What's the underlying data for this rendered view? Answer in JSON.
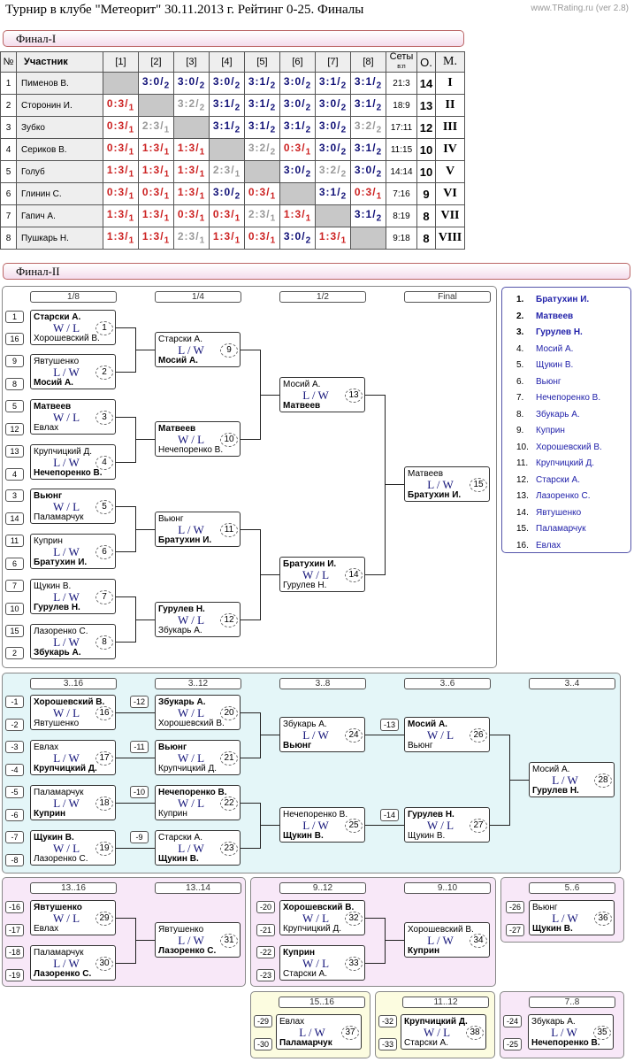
{
  "title": "Турнир в клубе \"Метеорит\" 30.11.2013 г. Рейтинг 0-25. Финалы",
  "site": "www.TRating.ru (ver 2.8)",
  "final1": {
    "header": "Финал-I",
    "columns": {
      "num": "№",
      "participant": "Участник",
      "c1": "[1]",
      "c2": "[2]",
      "c3": "[3]",
      "c4": "[4]",
      "c5": "[5]",
      "c6": "[6]",
      "c7": "[7]",
      "c8": "[8]",
      "sets": "Сеты",
      "sets_sub": "в:п",
      "points": "О.",
      "place": "М."
    },
    "rows": [
      {
        "n": "1",
        "name": "Пименов В.",
        "s": [
          "",
          "3:0|2",
          "3:0|2",
          "3:0|2",
          "3:1|2",
          "3:0|2",
          "3:1|2",
          "3:1|2"
        ],
        "sets": "21:3",
        "pts": "14",
        "place": "I"
      },
      {
        "n": "2",
        "name": "Сторонин И.",
        "s": [
          "0:3|1",
          "",
          "3:2|2",
          "3:1|2",
          "3:1|2",
          "3:0|2",
          "3:0|2",
          "3:1|2"
        ],
        "sets": "18:9",
        "pts": "13",
        "place": "II"
      },
      {
        "n": "3",
        "name": "Зубко",
        "s": [
          "0:3|1",
          "2:3|1",
          "",
          "3:1|2",
          "3:1|2",
          "3:1|2",
          "3:0|2",
          "3:2|2"
        ],
        "sets": "17:11",
        "pts": "12",
        "place": "III"
      },
      {
        "n": "4",
        "name": "Сериков В.",
        "s": [
          "0:3|1",
          "1:3|1",
          "1:3|1",
          "",
          "3:2|2",
          "0:3|1",
          "3:0|2",
          "3:1|2"
        ],
        "sets": "11:15",
        "pts": "10",
        "place": "IV"
      },
      {
        "n": "5",
        "name": "Голуб",
        "s": [
          "1:3|1",
          "1:3|1",
          "1:3|1",
          "2:3|1",
          "",
          "3:0|2",
          "3:2|2",
          "3:0|2"
        ],
        "sets": "14:14",
        "pts": "10",
        "place": "V"
      },
      {
        "n": "6",
        "name": "Глинин С.",
        "s": [
          "0:3|1",
          "0:3|1",
          "1:3|1",
          "3:0|2",
          "0:3|1",
          "",
          "3:1|2",
          "0:3|1"
        ],
        "sets": "7:16",
        "pts": "9",
        "place": "VI"
      },
      {
        "n": "7",
        "name": "Гапич А.",
        "s": [
          "1:3|1",
          "1:3|1",
          "0:3|1",
          "0:3|1",
          "2:3|1",
          "1:3|1",
          "",
          "3:1|2"
        ],
        "sets": "8:19",
        "pts": "8",
        "place": "VII"
      },
      {
        "n": "8",
        "name": "Пушкарь Н.",
        "s": [
          "1:3|1",
          "1:3|1",
          "2:3|1",
          "1:3|1",
          "0:3|1",
          "3:0|2",
          "1:3|1",
          ""
        ],
        "sets": "9:18",
        "pts": "8",
        "place": "VIII"
      }
    ]
  },
  "final2": {
    "header": "Финал-II"
  },
  "rounds": [
    "1/8",
    "1/4",
    "1/2",
    "Final",
    "3..16",
    "3..12",
    "3..8",
    "3..6",
    "3..4",
    "13..16",
    "13..14",
    "9..12",
    "9..10",
    "5..6",
    "15..16",
    "11..12",
    "7..8"
  ],
  "seeds": [
    "1",
    "16",
    "9",
    "8",
    "5",
    "12",
    "13",
    "4",
    "3",
    "14",
    "11",
    "6",
    "7",
    "10",
    "15",
    "2",
    "-1",
    "-2",
    "-3",
    "-4",
    "-5",
    "-6",
    "-7",
    "-8",
    "-12",
    "-11",
    "-10",
    "-9",
    "-13",
    "-14",
    "-16",
    "-17",
    "-18",
    "-19",
    "-20",
    "-21",
    "-22",
    "-23",
    "-26",
    "-27",
    "-29",
    "-30",
    "-32",
    "-33",
    "-24",
    "-25"
  ],
  "matches": [
    {
      "n": "1",
      "p1": "Старски А.",
      "p2": "Хорошевский В.",
      "r": "W / L"
    },
    {
      "n": "2",
      "p1": "Явтушенко",
      "p2": "Мосий А.",
      "r": "L / W"
    },
    {
      "n": "3",
      "p1": "Матвеев",
      "p2": "Евлах",
      "r": "W / L"
    },
    {
      "n": "4",
      "p1": "Крупчицкий Д.",
      "p2": "Нечепоренко В.",
      "r": "L / W"
    },
    {
      "n": "5",
      "p1": "Вьюнг",
      "p2": "Паламарчук",
      "r": "W / L"
    },
    {
      "n": "6",
      "p1": "Куприн",
      "p2": "Братухин И.",
      "r": "L / W"
    },
    {
      "n": "7",
      "p1": "Щукин В.",
      "p2": "Гурулев Н.",
      "r": "L / W"
    },
    {
      "n": "8",
      "p1": "Лазоренко С.",
      "p2": "Збукарь А.",
      "r": "L / W"
    },
    {
      "n": "9",
      "p1": "Старски А.",
      "p2": "Мосий А.",
      "r": "L / W"
    },
    {
      "n": "10",
      "p1": "Матвеев",
      "p2": "Нечепоренко В.",
      "r": "W / L"
    },
    {
      "n": "11",
      "p1": "Вьюнг",
      "p2": "Братухин И.",
      "r": "L / W"
    },
    {
      "n": "12",
      "p1": "Гурулев Н.",
      "p2": "Збукарь А.",
      "r": "W / L"
    },
    {
      "n": "13",
      "p1": "Мосий А.",
      "p2": "Матвеев",
      "r": "L / W"
    },
    {
      "n": "14",
      "p1": "Братухин И.",
      "p2": "Гурулев Н.",
      "r": "W / L"
    },
    {
      "n": "15",
      "p1": "Матвеев",
      "p2": "Братухин И.",
      "r": "L / W"
    },
    {
      "n": "16",
      "p1": "Хорошевский В.",
      "p2": "Явтушенко",
      "r": "W / L"
    },
    {
      "n": "17",
      "p1": "Евлах",
      "p2": "Крупчицкий Д.",
      "r": "L / W"
    },
    {
      "n": "18",
      "p1": "Паламарчук",
      "p2": "Куприн",
      "r": "L / W"
    },
    {
      "n": "19",
      "p1": "Щукин В.",
      "p2": "Лазоренко С.",
      "r": "W / L"
    },
    {
      "n": "20",
      "p1": "Збукарь А.",
      "p2": "Хорошевский В.",
      "r": "W / L"
    },
    {
      "n": "21",
      "p1": "Вьюнг",
      "p2": "Крупчицкий Д.",
      "r": "W / L"
    },
    {
      "n": "22",
      "p1": "Нечепоренко В.",
      "p2": "Куприн",
      "r": "W / L"
    },
    {
      "n": "23",
      "p1": "Старски А.",
      "p2": "Щукин В.",
      "r": "L / W"
    },
    {
      "n": "24",
      "p1": "Збукарь А.",
      "p2": "Вьюнг",
      "r": "L / W"
    },
    {
      "n": "25",
      "p1": "Нечепоренко В.",
      "p2": "Щукин В.",
      "r": "L / W"
    },
    {
      "n": "26",
      "p1": "Мосий А.",
      "p2": "Вьюнг",
      "r": "W / L"
    },
    {
      "n": "27",
      "p1": "Гурулев Н.",
      "p2": "Щукин В.",
      "r": "W / L"
    },
    {
      "n": "28",
      "p1": "Мосий А.",
      "p2": "Гурулев Н.",
      "r": "L / W"
    },
    {
      "n": "29",
      "p1": "Явтушенко",
      "p2": "Евлах",
      "r": "W / L"
    },
    {
      "n": "30",
      "p1": "Паламарчук",
      "p2": "Лазоренко С.",
      "r": "L / W"
    },
    {
      "n": "31",
      "p1": "Явтушенко",
      "p2": "Лазоренко С.",
      "r": "L / W"
    },
    {
      "n": "32",
      "p1": "Хорошевский В.",
      "p2": "Крупчицкий Д.",
      "r": "W / L"
    },
    {
      "n": "33",
      "p1": "Куприн",
      "p2": "Старски А.",
      "r": "W / L"
    },
    {
      "n": "34",
      "p1": "Хорошевский В.",
      "p2": "Куприн",
      "r": "L / W"
    },
    {
      "n": "36",
      "p1": "Вьюнг",
      "p2": "Щукин В.",
      "r": "L / W"
    },
    {
      "n": "37",
      "p1": "Евлах",
      "p2": "Паламарчук",
      "r": "L / W"
    },
    {
      "n": "38",
      "p1": "Крупчицкий Д.",
      "p2": "Старски А.",
      "r": "W / L"
    },
    {
      "n": "35",
      "p1": "Збукарь А.",
      "p2": "Нечепоренко В.",
      "r": "L / W"
    }
  ],
  "places": [
    {
      "n": "1.",
      "name": "Братухин И."
    },
    {
      "n": "2.",
      "name": "Матвеев"
    },
    {
      "n": "3.",
      "name": "Гурулев Н."
    },
    {
      "n": "4.",
      "name": "Мосий А."
    },
    {
      "n": "5.",
      "name": "Щукин В."
    },
    {
      "n": "6.",
      "name": "Вьюнг"
    },
    {
      "n": "7.",
      "name": "Нечепоренко В."
    },
    {
      "n": "8.",
      "name": "Збукарь А."
    },
    {
      "n": "9.",
      "name": "Куприн"
    },
    {
      "n": "10.",
      "name": "Хорошевский В."
    },
    {
      "n": "11.",
      "name": "Крупчицкий Д."
    },
    {
      "n": "12.",
      "name": "Старски А."
    },
    {
      "n": "13.",
      "name": "Лазоренко С."
    },
    {
      "n": "14.",
      "name": "Явтушенко"
    },
    {
      "n": "15.",
      "name": "Паламарчук"
    },
    {
      "n": "16.",
      "name": "Евлах"
    }
  ],
  "colors": {
    "win": "#111177",
    "loss": "#cc2222",
    "draw": "#999999",
    "panel_blue": "#e4f6f8",
    "panel_pink": "#f8e8f8",
    "panel_yellow": "#fcfce0"
  }
}
